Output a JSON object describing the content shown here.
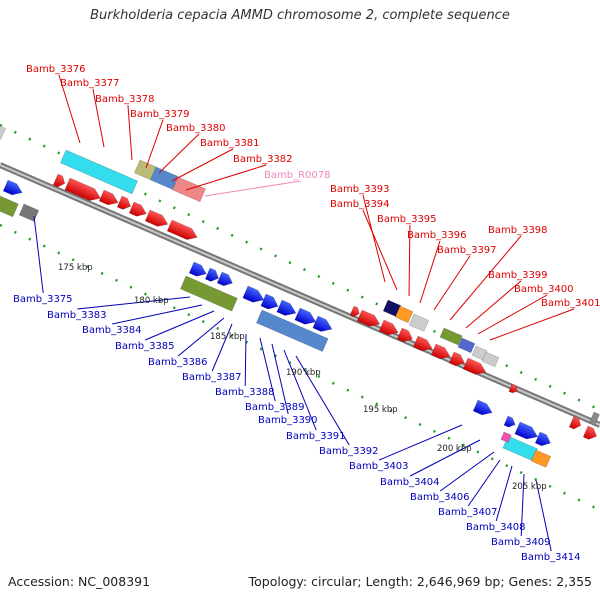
{
  "title": "Burkholderia cepacia AMMD chromosome 2, complete sequence",
  "accession": "Accession: NC_008391",
  "topology": "Topology: circular; Length: 2,646,969 bp; Genes: 2,355",
  "colors": {
    "top_label": "#dd0000",
    "bottom_label": "#0000bb",
    "rrna_label": "#ee88bb",
    "backbone": "#888888",
    "tick": "#229922"
  },
  "ticks": [
    "175 kbp",
    "180 kbp",
    "185 kbp",
    "190 kbp",
    "195 kbp",
    "200 kbp",
    "205 kbp"
  ],
  "top_labels": [
    "Bamb_3376",
    "Bamb_3377",
    "Bamb_3378",
    "Bamb_3379",
    "Bamb_3380",
    "Bamb_3381",
    "Bamb_3382",
    "Bamb_R0078",
    "Bamb_3393",
    "Bamb_3394",
    "Bamb_3395",
    "Bamb_3396",
    "Bamb_3397",
    "Bamb_3398",
    "Bamb_3399",
    "Bamb_3400",
    "Bamb_3401"
  ],
  "bottom_labels": [
    "Bamb_3375",
    "Bamb_3383",
    "Bamb_3384",
    "Bamb_3385",
    "Bamb_3386",
    "Bamb_3387",
    "Bamb_3388",
    "Bamb_3389",
    "Bamb_3390",
    "Bamb_3391",
    "Bamb_3392",
    "Bamb_3403",
    "Bamb_3404",
    "Bamb_3406",
    "Bamb_3407",
    "Bamb_3408",
    "Bamb_3409",
    "Bamb_3414"
  ]
}
